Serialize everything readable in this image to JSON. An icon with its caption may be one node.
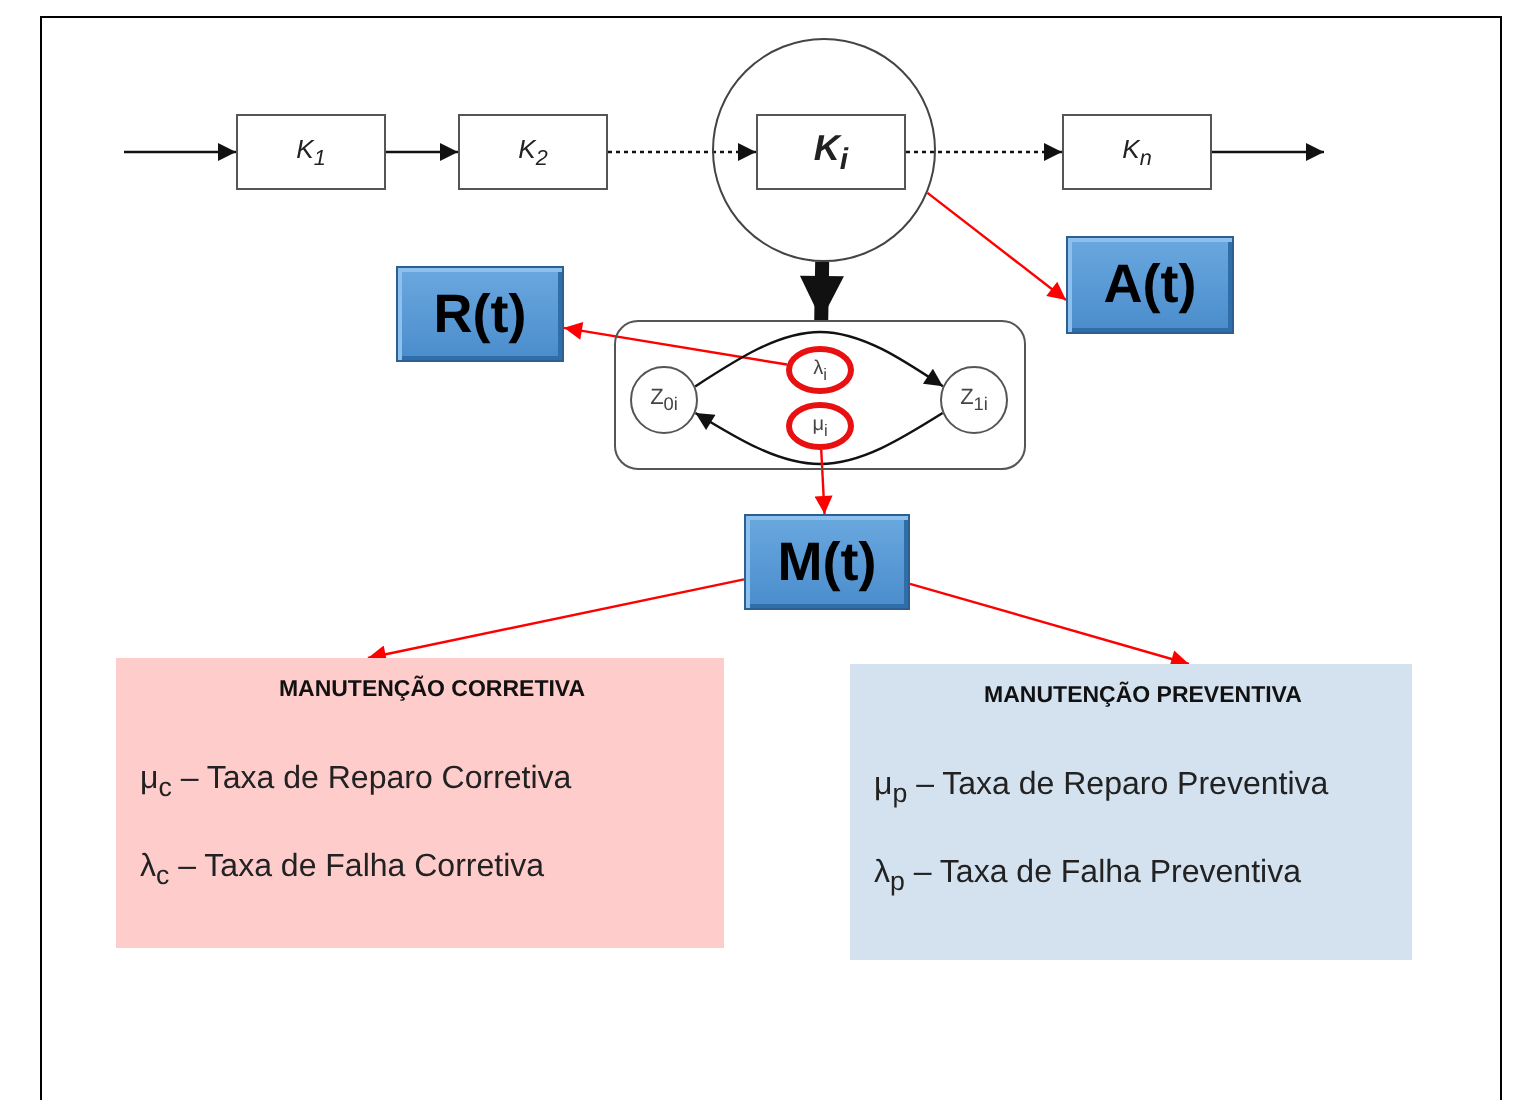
{
  "diagram": {
    "nodes": [
      {
        "text": [
          "K$_{1}$"
        ]
      },
      {
        "text": [
          "K$_{2}$"
        ]
      },
      {
        "text": [],
        "shape": "circle"
      },
      {
        "text": [
          "K$_{i}$"
        ],
        "in": 2
      },
      {
        "text": [
          "K$_{n}$"
        ]
      },
      {
        "text": [
          "R(t)"
        ]
      },
      {
        "text": [
          "A(t)"
        ]
      },
      {
        "text": [],
        "shape": "box"
      },
      {
        "text": [
          "Z$_{0i}$"
        ],
        "in": 7
      },
      {
        "text": [
          "λ$_{i}$"
        ],
        "in": 7
      },
      {
        "text": [
          "Z$_{1i}$"
        ],
        "in": 7
      },
      {
        "text": [
          "μ$_{i}$"
        ],
        "in": 7
      },
      {
        "text": [
          "M(t)"
        ]
      },
      {
        "text": [
          "MANUTENÇÃO CORRETIVA",
          "μ$_{c}$ – Taxa de Reparo Corretiva",
          "λ$_{c}$ – Taxa de Falha Corretiva"
        ]
      },
      {
        "text": [
          "MANUTENÇÃO PREVENTIVA",
          "μ$_{p}$ – Taxa de Reparo Preventiva",
          "λ$_{p}$ – Taxa de Falha Preventiva"
        ]
      }
    ],
    "edges": [
      {
        "from": null,
        "to": 0,
        "arrow": "to"
      },
      {
        "from": 0,
        "to": 1,
        "arrow": "to"
      },
      {
        "from": 1,
        "to": 3,
        "arrow": "to",
        "style": "dashed"
      },
      {
        "from": 3,
        "to": 4,
        "arrow": "to",
        "style": "dashed"
      },
      {
        "from": 4,
        "to": null,
        "arrow": "to"
      },
      {
        "from": 2,
        "to": 6,
        "arrow": "to",
        "color": "#ff0000"
      },
      {
        "from": 2,
        "to": 7,
        "arrow": "to",
        "style": "thick"
      },
      {
        "from": 9,
        "to": 5,
        "arrow": "to",
        "color": "#ff0000"
      },
      {
        "from": 8,
        "to": 10,
        "arrow": "to"
      },
      {
        "from": 10,
        "to": 8,
        "arrow": "to"
      },
      {
        "from": 11,
        "to": 12,
        "arrow": "to",
        "color": "#ff0000"
      },
      {
        "from": 12,
        "to": 13,
        "arrow": "to",
        "color": "#ff0000"
      },
      {
        "from": 12,
        "to": 14,
        "arrow": "to",
        "color": "#ff0000"
      }
    ]
  }
}
